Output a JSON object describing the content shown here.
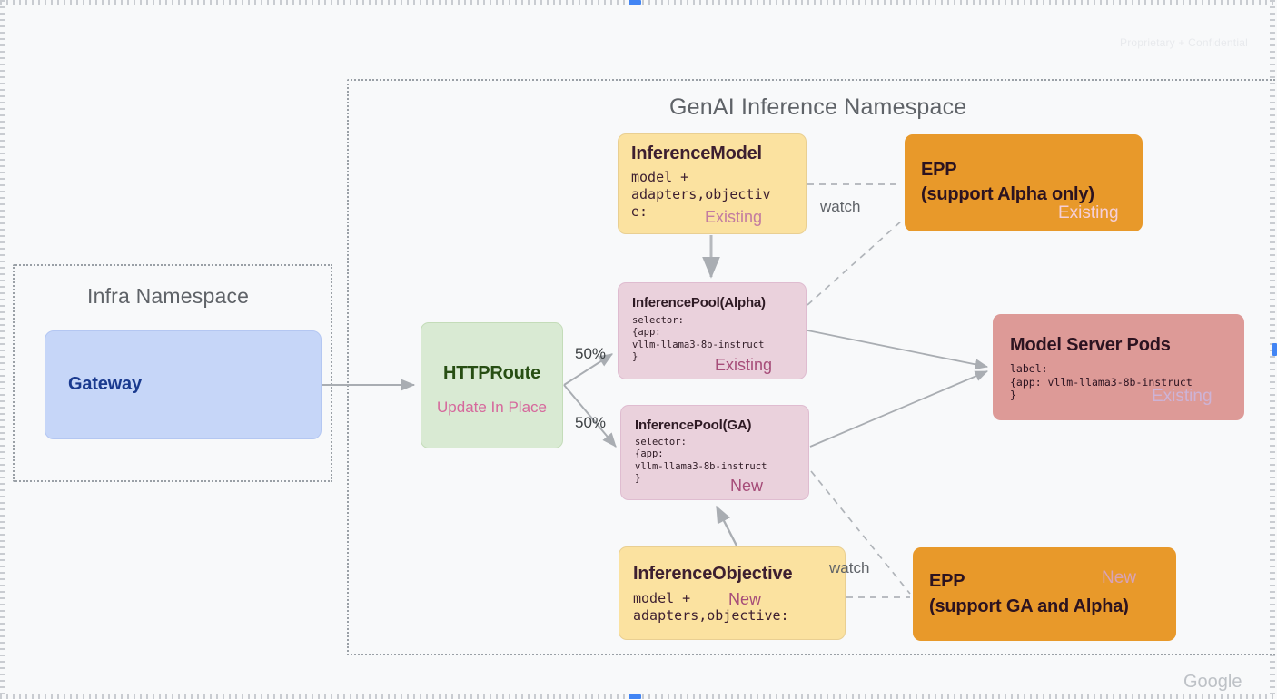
{
  "slide": {
    "confidential_notice": "Proprietary + Confidential",
    "brand_logo": "Google"
  },
  "namespaces": {
    "infra": {
      "title": "Infra Namespace"
    },
    "genai": {
      "title": "GenAI Inference Namespace"
    }
  },
  "nodes": {
    "gateway": {
      "title": "Gateway"
    },
    "httproute": {
      "title": "HTTPRoute",
      "status": "Update In Place"
    },
    "inference_model": {
      "title": "InferenceModel",
      "spec": "model +\nadapters,objectiv\ne:",
      "status": "Existing"
    },
    "pool_alpha": {
      "title": "InferencePool(Alpha)",
      "spec": "selector:\n{app:\nvllm-llama3-8b-instruct\n}",
      "status": "Existing"
    },
    "pool_ga": {
      "title": "InferencePool(GA)",
      "spec": "selector:\n{app:\nvllm-llama3-8b-instruct\n}",
      "status": "New"
    },
    "inference_objective": {
      "title": "InferenceObjective",
      "spec": "model +\nadapters,objective:",
      "status": "New"
    },
    "epp_alpha": {
      "title": "EPP\n(support Alpha only)",
      "status": "Existing"
    },
    "epp_ga": {
      "title": "EPP\n(support GA and Alpha)",
      "status": "New"
    },
    "model_server_pods": {
      "title": "Model Server Pods",
      "spec": "label:\n{app: vllm-llama3-8b-instruct\n}",
      "status": "Existing"
    }
  },
  "edges": {
    "split_top_label": "50%",
    "split_bottom_label": "50%",
    "watch_top_label": "watch",
    "watch_bottom_label": "watch"
  },
  "colors": {
    "canvas_bg": "#f8f9fa",
    "gateway_fill": "#c6d6f8",
    "gateway_text": "#1a3a8f",
    "httproute_fill": "#d9ead3",
    "httproute_text": "#274e13",
    "model_fill": "#fbe2a0",
    "pool_fill": "#ead1dc",
    "epp_fill": "#e8992a",
    "pods_fill": "#dd9a97",
    "tag_new": "#a64d79",
    "tag_existing": "#c27ba0",
    "connector": "#9aa0a6",
    "namespace_border": "#9aa0a6"
  }
}
